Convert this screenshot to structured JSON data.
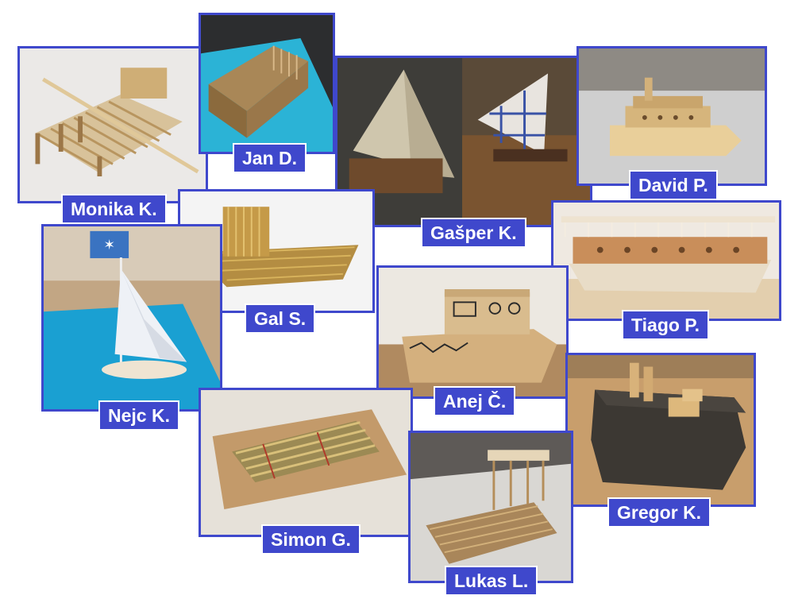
{
  "accent_color": "#3f48cc",
  "photos": [
    {
      "name": "Monika K.",
      "icon": "raft-with-oar-photo"
    },
    {
      "name": "Jan D.",
      "icon": "stick-box-boat-photo"
    },
    {
      "name": "Gašper K.",
      "icon": "sailboats-pair-photo"
    },
    {
      "name": "David P.",
      "icon": "wooden-barge-photo"
    },
    {
      "name": "Gal S.",
      "icon": "straw-boat-photo"
    },
    {
      "name": "Tiago P.",
      "icon": "ferry-boat-photo"
    },
    {
      "name": "Nejc K.",
      "icon": "sailboat-flag-photo"
    },
    {
      "name": "Anej Č.",
      "icon": "wooden-block-boat-photo"
    },
    {
      "name": "Gregor K.",
      "icon": "steamship-photo"
    },
    {
      "name": "Simon G.",
      "icon": "raft-on-board-photo"
    },
    {
      "name": "Lukas L.",
      "icon": "houseboat-photo"
    }
  ]
}
